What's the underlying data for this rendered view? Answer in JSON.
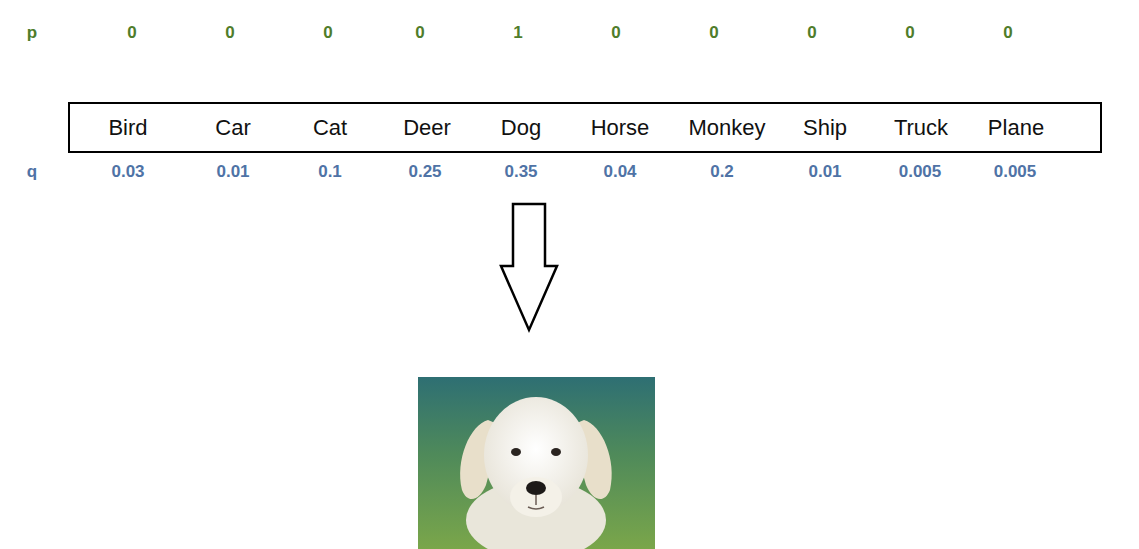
{
  "diagram": {
    "nodes": [
      {
        "text": [
          "Bird",
          "Car",
          "Cat",
          "Deer",
          "Dog",
          "Horse",
          "Monkey",
          "Ship",
          "Truck",
          "Plane"
        ]
      }
    ],
    "labels": [
      "p",
      "0",
      "0",
      "0",
      "0",
      "1",
      "0",
      "0",
      "0",
      "0",
      "0",
      "q",
      "0.03",
      "0.01",
      "0.1",
      "0.25",
      "0.35",
      "0.04",
      "0.2",
      "0.01",
      "0.005",
      "0.005"
    ]
  }
}
